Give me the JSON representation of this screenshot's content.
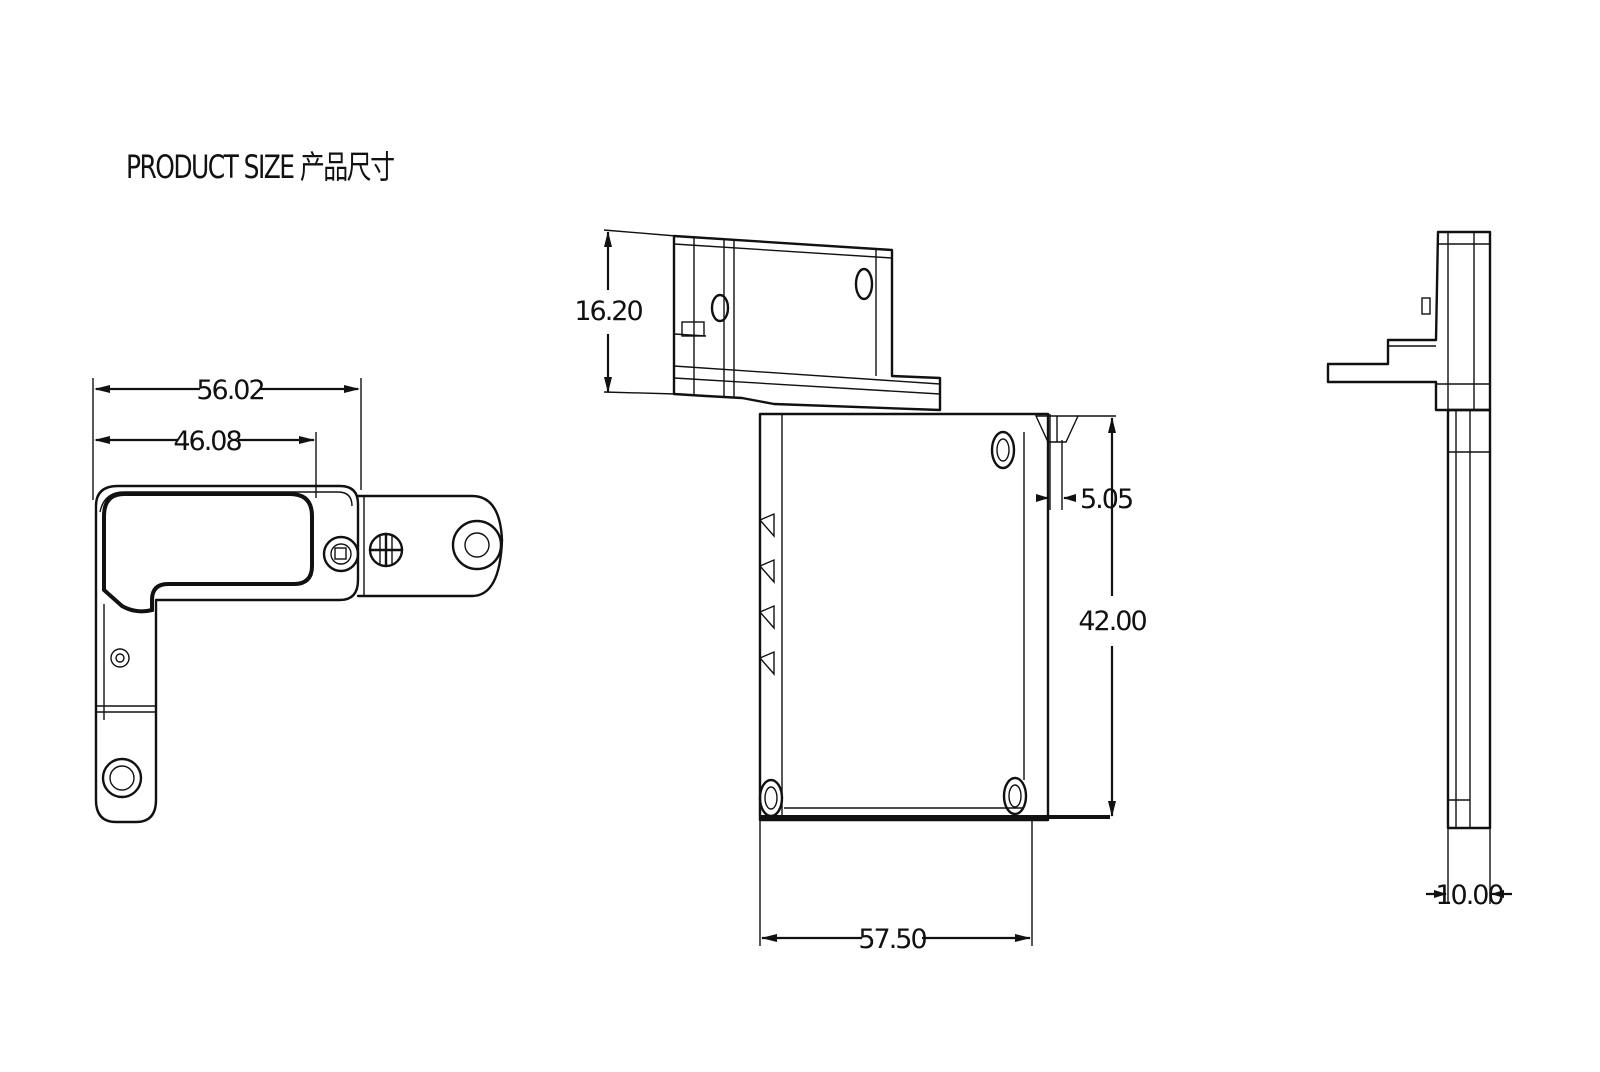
{
  "title": "PRODUCT SIZE 产品尺寸",
  "dimensions": {
    "top_overall_length": "56.02",
    "top_inner_length": "46.08",
    "front_height": "16.20",
    "base_offset": "5.05",
    "base_depth": "42.00",
    "base_width": "57.50",
    "side_thickness": "10.00"
  }
}
